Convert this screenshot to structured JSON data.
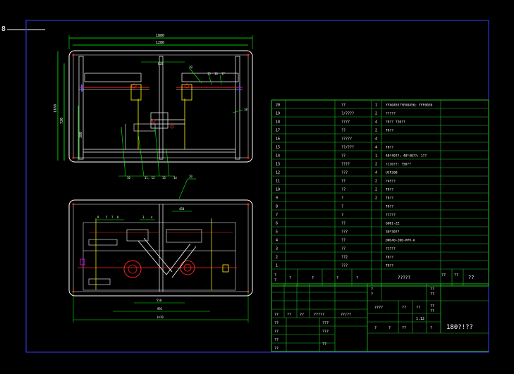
{
  "ucs_label": "8",
  "dims": {
    "top_overall_width": "1880",
    "top_inner_width": "1280",
    "top_mid_span": "620",
    "left_height_overall": "1160",
    "left_height_a": "720",
    "left_height_b": "380",
    "bottom_width_a": "550",
    "bottom_width_b": "991",
    "bottom_width_c": "1470",
    "small_dim": "450"
  },
  "callouts_top": [
    "10",
    "11",
    "12",
    "13",
    "14"
  ],
  "callouts_top_right": [
    "15",
    "16",
    "17",
    "18"
  ],
  "callouts_plan": [
    "9",
    "5",
    "7",
    "8",
    "3",
    "4"
  ],
  "callout_20": "20",
  "bom_rows": [
    {
      "no": "20",
      "name": "??",
      "qty": "1",
      "spec": "YFA0455?YFA0456; YFF0036"
    },
    {
      "no": "19",
      "name": "?/????",
      "qty": "2",
      "spec": "?????"
    },
    {
      "no": "18",
      "name": "????",
      "qty": "4",
      "spec": "?8??    ?20??"
    },
    {
      "no": "17",
      "name": "??",
      "qty": "2",
      "spec": "T8??"
    },
    {
      "no": "16",
      "name": "?????",
      "qty": "4",
      "spec": ""
    },
    {
      "no": "15",
      "name": "??/???",
      "qty": "4",
      "spec": "T8??"
    },
    {
      "no": "14",
      "name": "??",
      "qty": "1",
      "spec": "40*40??; 40*40??; 1??"
    },
    {
      "no": "13",
      "name": "????",
      "qty": "2",
      "spec": "?110??; ?50??"
    },
    {
      "no": "12",
      "name": "???",
      "qty": "4",
      "spec": "UCF208"
    },
    {
      "no": "11",
      "name": "??",
      "qty": "2",
      "spec": "?45??"
    },
    {
      "no": "10",
      "name": "??",
      "qty": "2",
      "spec": "T8??"
    },
    {
      "no": "9",
      "name": "?",
      "qty": "2",
      "spec": "T8??"
    },
    {
      "no": "8",
      "name": "?",
      "qty": "",
      "spec": "T8??"
    },
    {
      "no": "7",
      "name": "?",
      "qty": "",
      "spec": "?17??"
    },
    {
      "no": "6",
      "name": "??",
      "qty": "",
      "spec": "6001-ZZ"
    },
    {
      "no": "5",
      "name": "???",
      "qty": "",
      "spec": "30*30??"
    },
    {
      "no": "4",
      "name": "??",
      "qty": "",
      "spec": "DNC40-200-PPV-A"
    },
    {
      "no": "3",
      "name": "??",
      "qty": "",
      "spec": "?17??"
    },
    {
      "no": "2",
      "name": "??2",
      "qty": "",
      "spec": "T8??"
    },
    {
      "no": "1",
      "name": "???",
      "qty": "",
      "spec": "T8??"
    }
  ],
  "bom_header": {
    "no": "?\n?",
    "c2": "?",
    "name": "?",
    "c4": "?",
    "qty": "?",
    "spec": "?????",
    "c7": "??",
    "c8": "??",
    "c9": "??"
  },
  "title_block": {
    "mid_a": "?\n?",
    "mid_b": "??\n??",
    "mid_c": "??\n??",
    "r1": [
      "??",
      "??",
      "??",
      "?????",
      "??/??"
    ],
    "r2": [
      "??",
      "???"
    ],
    "r3": [
      "??",
      "???"
    ],
    "r4": [
      "??",
      "??"
    ],
    "info1": "????",
    "info2": "??",
    "info3": "??",
    "info4": "??\n??",
    "scale_label": "1:12",
    "marks": [
      "?",
      "?",
      "??",
      "?"
    ],
    "drawing_title": "180?!??"
  },
  "colors": {
    "frame": "#3b3bff",
    "table": "#1fbf1f",
    "white": "#ffffff",
    "red": "#ff2020",
    "green": "#00ff00",
    "cyan": "#00ffff",
    "yellow": "#ffff00",
    "magenta": "#ff00ff",
    "blue": "#5050ff"
  }
}
